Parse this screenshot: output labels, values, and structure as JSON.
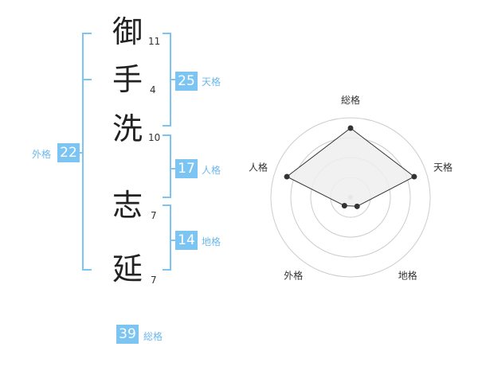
{
  "name_chars": [
    {
      "char": "御",
      "strokes": "11"
    },
    {
      "char": "手",
      "strokes": "4"
    },
    {
      "char": "洗",
      "strokes": "10"
    },
    {
      "char": "志",
      "strokes": "7"
    },
    {
      "char": "延",
      "strokes": "7"
    }
  ],
  "kakusu": {
    "tenkaku": {
      "value": "25",
      "label": "天格"
    },
    "jinkaku": {
      "value": "17",
      "label": "人格"
    },
    "chikaku": {
      "value": "14",
      "label": "地格"
    },
    "gaikaku": {
      "value": "22",
      "label": "外格"
    },
    "soukaku": {
      "value": "39",
      "label": "総格"
    }
  },
  "colors": {
    "accent": "#7cc5f2",
    "label": "#6db8ea",
    "radar_fill": "#eeeeee",
    "radar_line": "#333333",
    "ring": "#cccccc"
  },
  "radar": {
    "axes": [
      "総格",
      "天格",
      "地格",
      "外格",
      "人格"
    ],
    "levels": [
      0.87,
      0.84,
      0.14,
      0.13,
      0.84
    ],
    "rings": 4
  }
}
